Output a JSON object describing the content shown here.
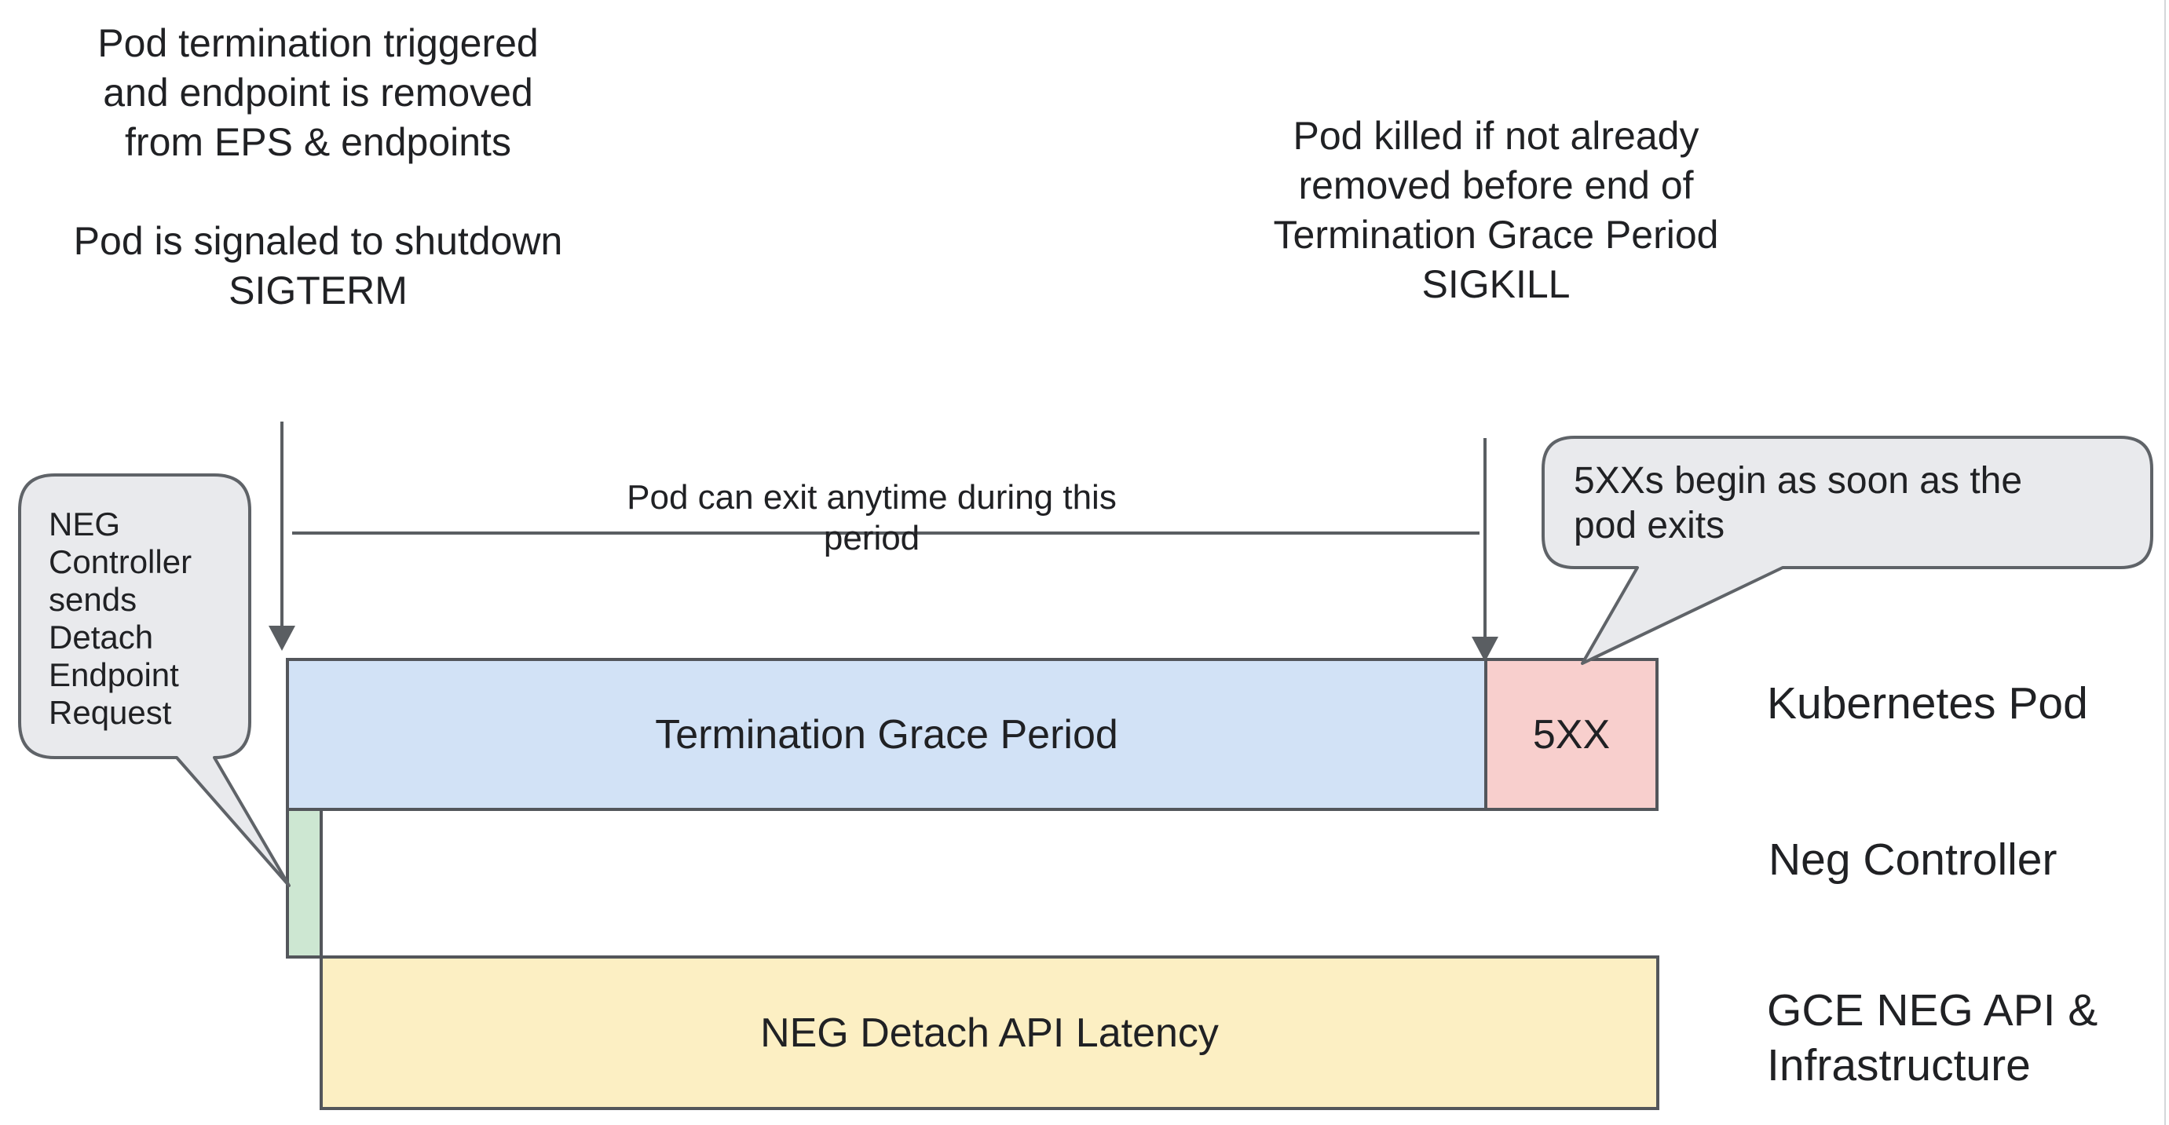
{
  "canvas": {
    "background": "#FFFFFF",
    "right_edge_line_color": "#D4D7DA",
    "text_color": "#202124",
    "shape_border_color": "#53565B",
    "arrow_color": "#5A5E62"
  },
  "annotations": {
    "pod_termination": "Pod termination triggered\nand endpoint is removed\nfrom EPS & endpoints\n\nPod is signaled to shutdown\nSIGTERM",
    "pod_killed": "Pod killed if not already\nremoved before end of\nTermination Grace Period\nSIGKILL",
    "pod_can_exit": "Pod can exit anytime during this period"
  },
  "callouts": {
    "neg_controller": {
      "text": "NEG\nController\nsends\nDetach\nEndpoint\nRequest",
      "fill": "#E9EAED",
      "border": "#5F6368"
    },
    "five_xx": {
      "text": "5XXs begin as soon as the\npod exits",
      "fill": "#E9EAED",
      "border": "#5F6368"
    }
  },
  "timeline": {
    "termination_grace_period": {
      "label": "Termination Grace Period",
      "fill": "#D2E2F6"
    },
    "five_xx_box": {
      "label": "5XX",
      "fill": "#F8CFCD"
    },
    "neg_detach_request_bar": {
      "fill": "#CDE7D2"
    },
    "neg_detach_api_latency": {
      "label": "NEG Detach API Latency",
      "fill": "#FCEFC3"
    }
  },
  "lanes": {
    "kubernetes_pod": "Kubernetes Pod",
    "neg_controller": "Neg Controller",
    "gce_neg_api": "GCE NEG API &\nInfrastructure"
  }
}
